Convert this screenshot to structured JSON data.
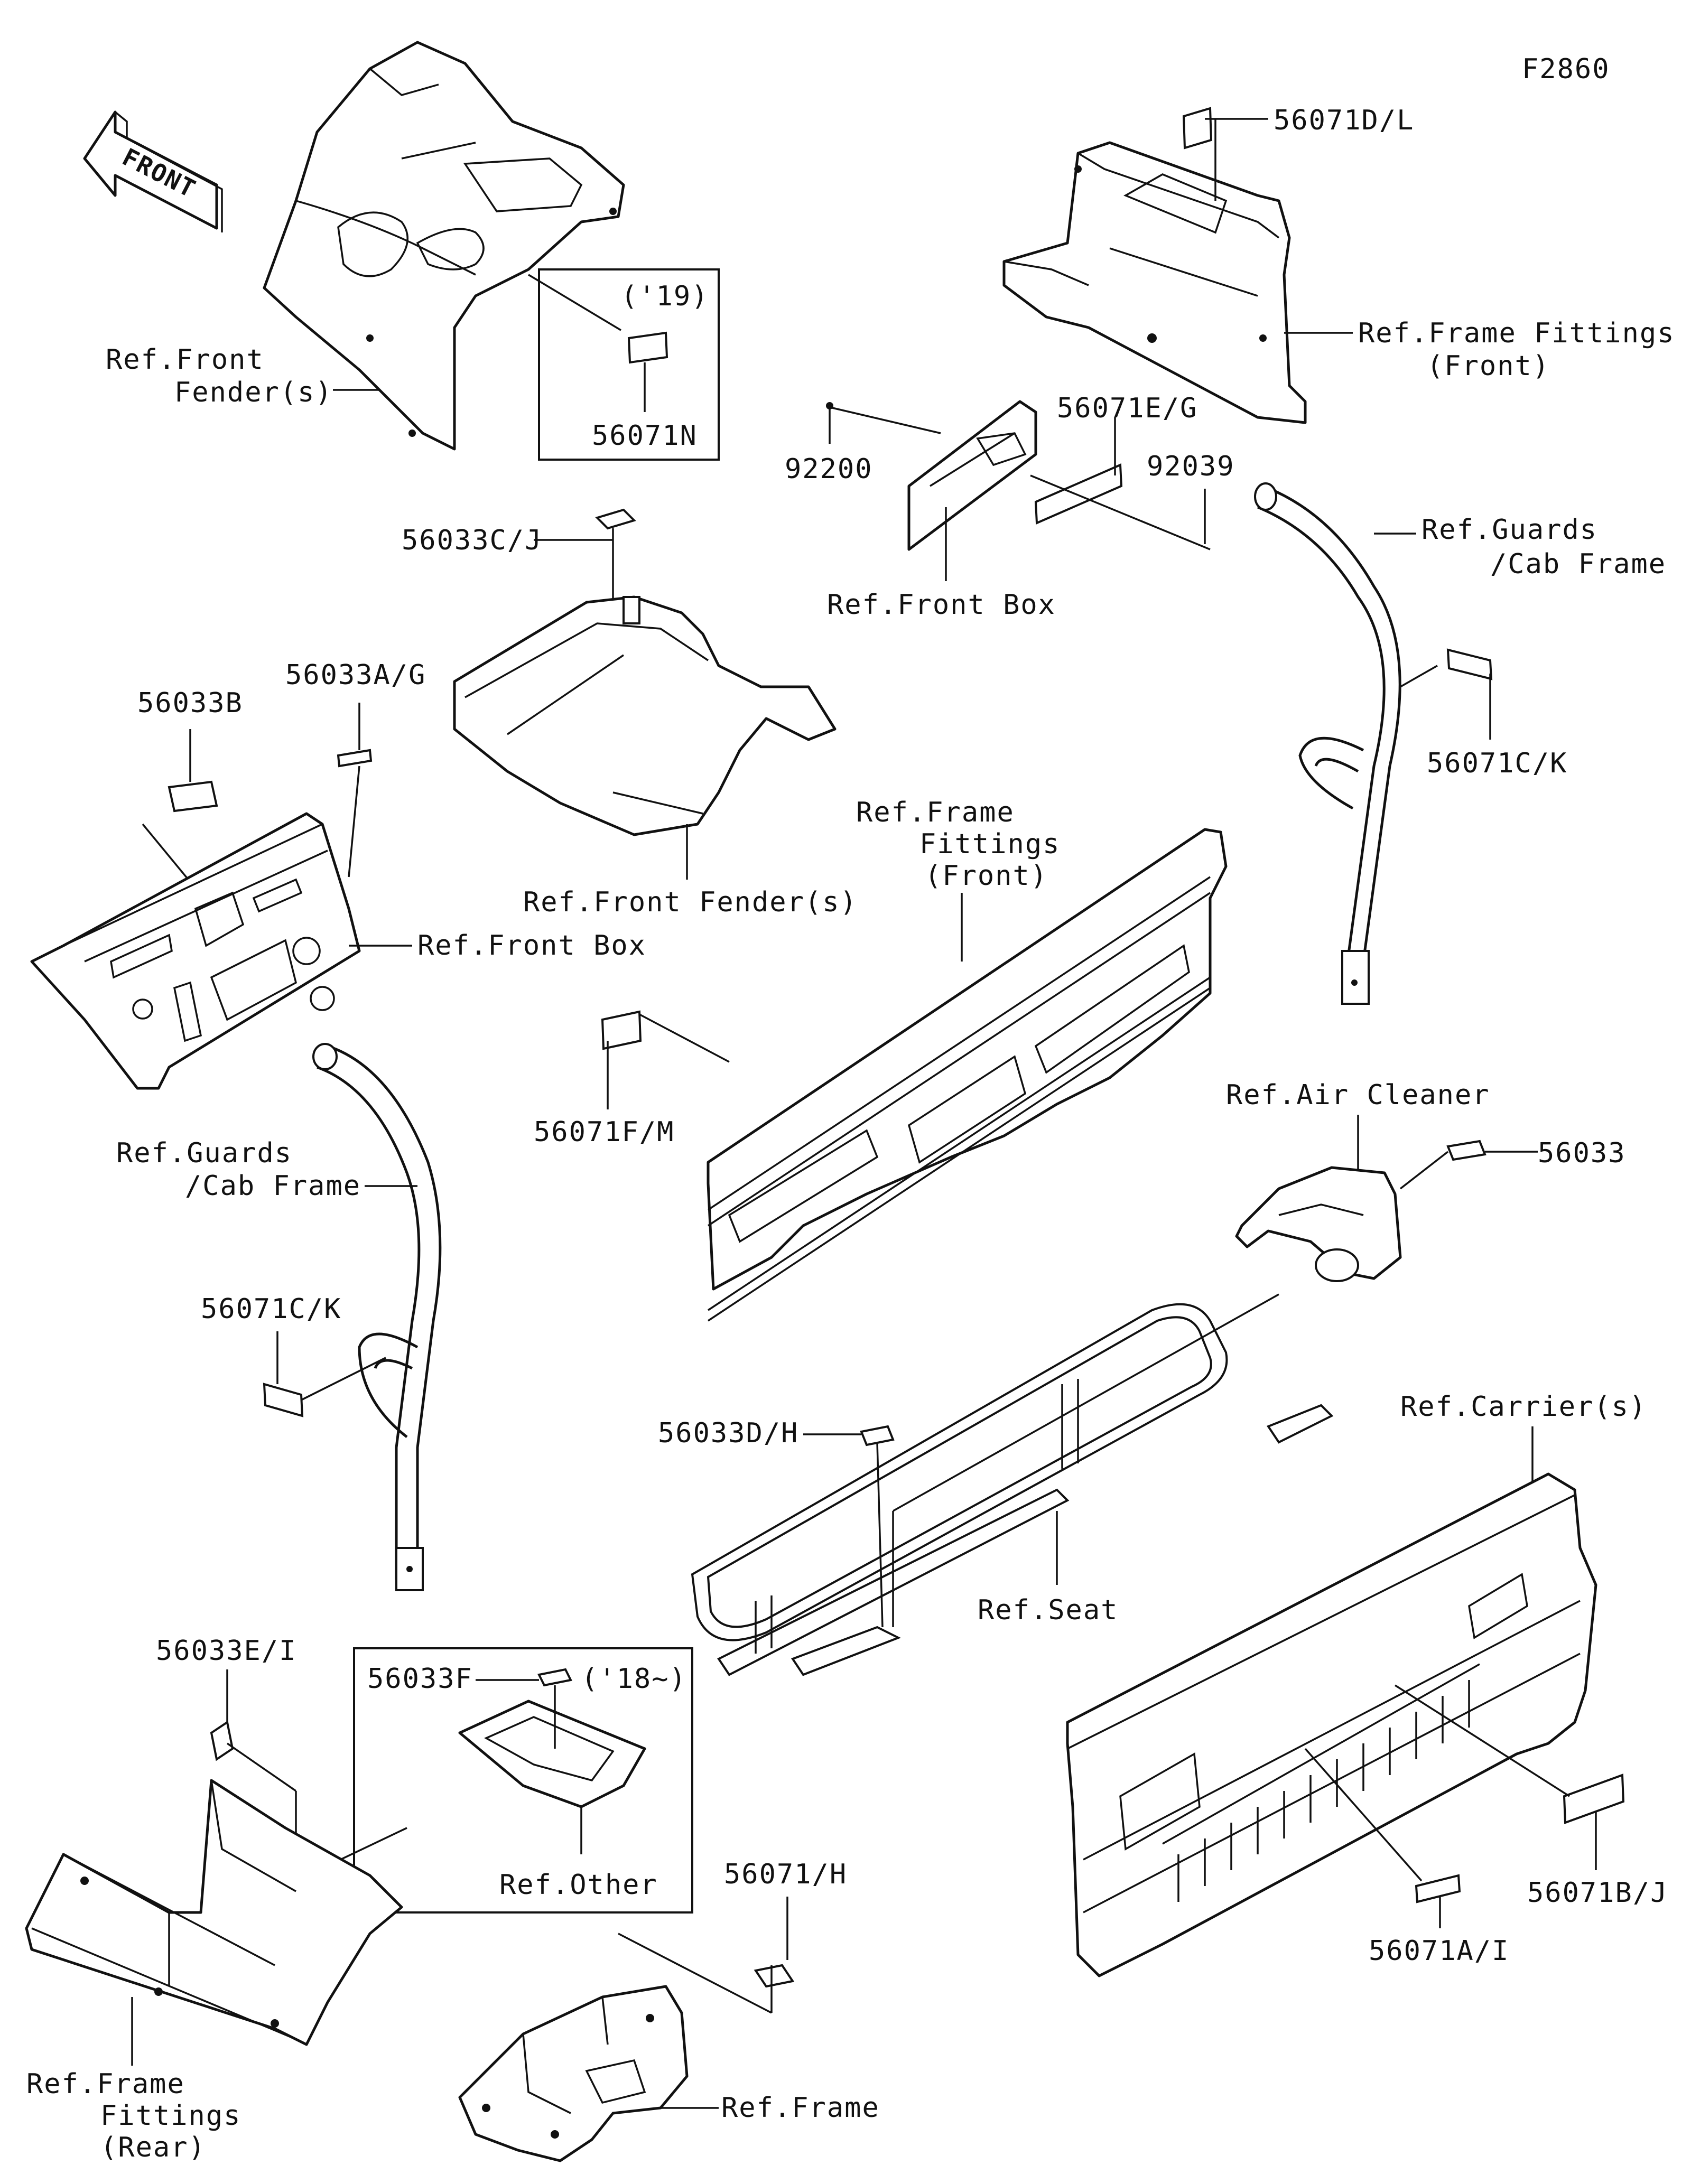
{
  "figure_code": "F2860",
  "front_arrow_label": "FRONT",
  "colors": {
    "line": "#111111",
    "background": "#ffffff"
  },
  "labels": {
    "p56071DL": "56071D/L",
    "ref_frame_fittings_front_a1": "Ref.Frame Fittings",
    "ref_frame_fittings_front_a2": "(Front)",
    "ref_front_fenders_top1": "Ref.Front",
    "ref_front_fenders_top2": "Fender(s)",
    "year19": "('19)",
    "p56071N": "56071N",
    "p92200": "92200",
    "p56071EG": "56071E/G",
    "p92039": "92039",
    "ref_front_box_top": "Ref.Front Box",
    "ref_guards_cab_right1": "Ref.Guards",
    "ref_guards_cab_right2": "/Cab Frame",
    "p56033CJ": "56033C/J",
    "p56033B": "56033B",
    "p56033AG": "56033A/G",
    "p56071CK_right": "56071C/K",
    "ref_front_fenders_mid": "Ref.Front Fender(s)",
    "ref_frame_fittings_front_b1": "Ref.Frame",
    "ref_frame_fittings_front_b2": "Fittings",
    "ref_frame_fittings_front_b3": "(Front)",
    "ref_front_box_mid": "Ref.Front Box",
    "p56071FM": "56071F/M",
    "ref_air_cleaner": "Ref.Air Cleaner",
    "p56033": "56033",
    "ref_guards_cab_left1": "Ref.Guards",
    "ref_guards_cab_left2": "/Cab Frame",
    "p56071CK_left": "56071C/K",
    "p56033DH": "56033D/H",
    "ref_carriers": "Ref.Carrier(s)",
    "ref_seat": "Ref.Seat",
    "p56033EI": "56033E/I",
    "p56033F": "56033F",
    "year18": "('18~)",
    "ref_other": "Ref.Other",
    "p56071H": "56071/H",
    "p56071AI": "56071A/I",
    "p56071BJ": "56071B/J",
    "ref_frame_fittings_rear1": "Ref.Frame",
    "ref_frame_fittings_rear2": "Fittings",
    "ref_frame_fittings_rear3": "(Rear)",
    "ref_frame": "Ref.Frame"
  }
}
